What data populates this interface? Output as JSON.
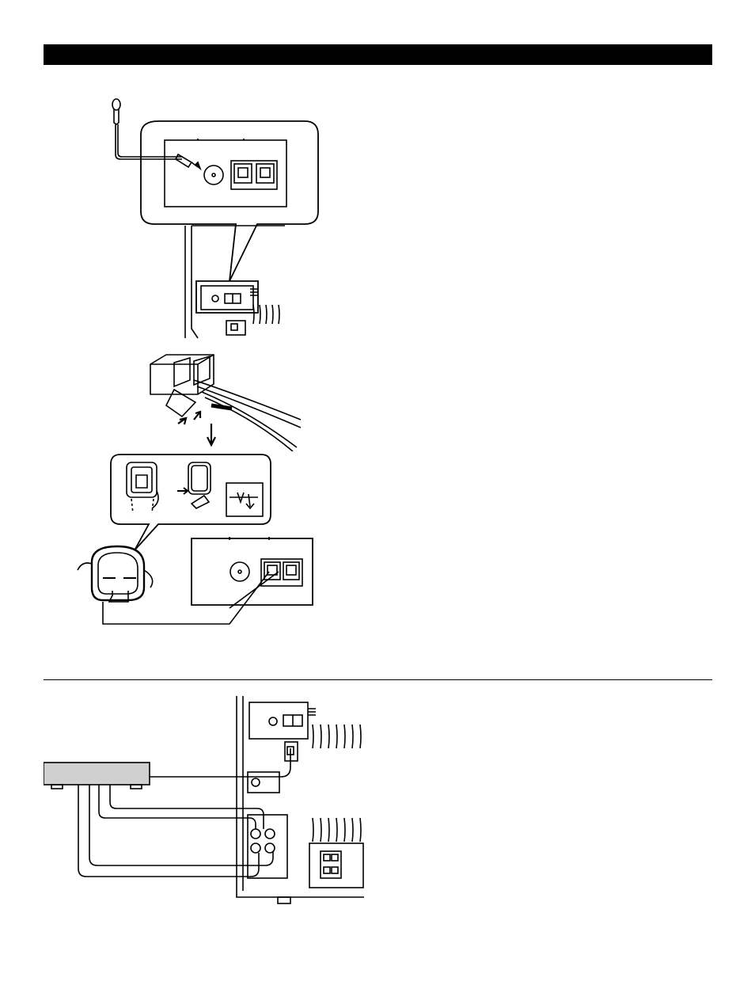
{
  "page": {
    "header_bar_color": "#000000",
    "line_color": "#000000",
    "background_color": "#ffffff"
  },
  "figures": [
    {
      "name": "fm-antenna-connection-figure",
      "icons": [
        "fm-wire-antenna-icon",
        "antenna-terminal-callout-icon",
        "unit-rear-panel-icon"
      ]
    },
    {
      "name": "speaker-clip-terminal-figure",
      "icons": [
        "push-terminal-icon",
        "lead-wire-icon",
        "press-arrows-icon"
      ]
    },
    {
      "name": "am-loop-antenna-figure",
      "icons": [
        "loop-antenna-assembly-callout-icon",
        "am-loop-antenna-icon",
        "am-terminal-panel-icon"
      ]
    },
    {
      "name": "external-component-connection-figure",
      "icons": [
        "external-component-box-icon",
        "rear-panel-jacks-icon",
        "connection-cables-icon"
      ]
    }
  ]
}
